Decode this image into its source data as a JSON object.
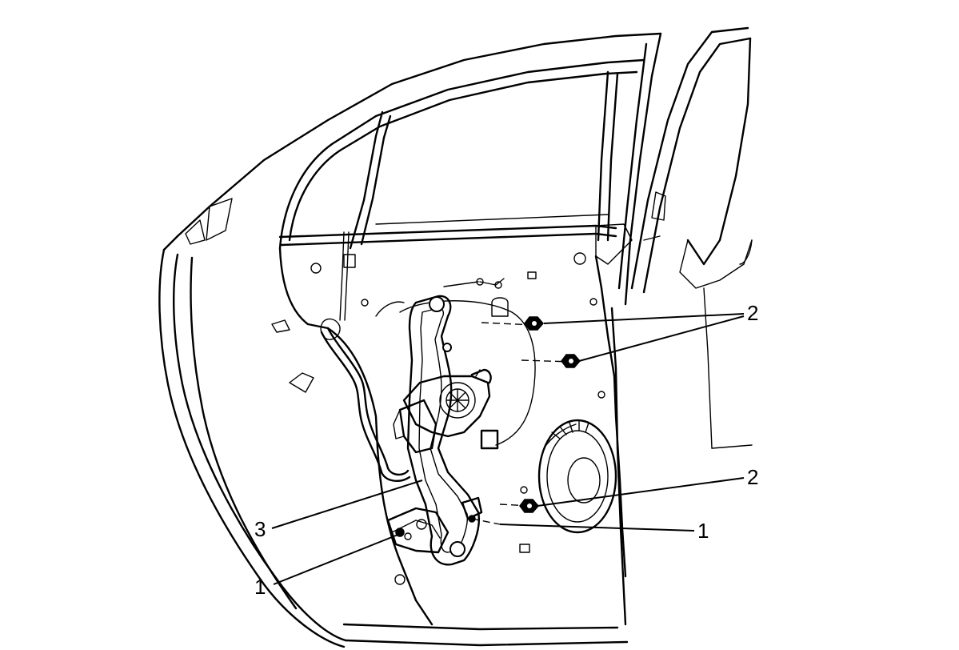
{
  "callouts": {
    "c1": "1",
    "c2": "2",
    "c3": "3"
  },
  "colors": {
    "ink": "#000000",
    "background": "#ffffff"
  }
}
